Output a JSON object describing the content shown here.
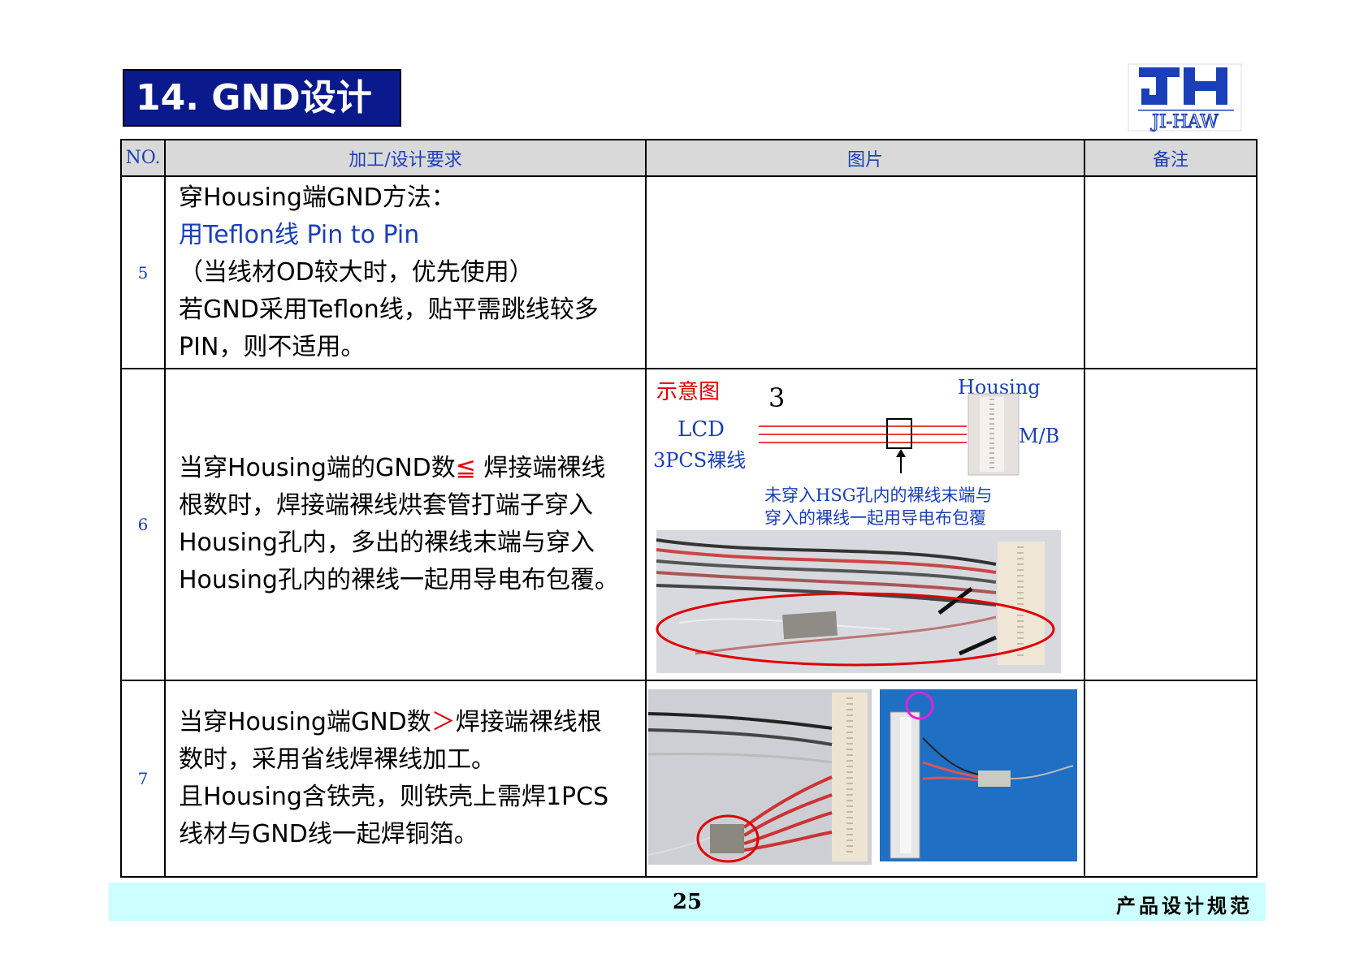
{
  "title": "14.  GND设计",
  "logo": {
    "text": "JI-HAW",
    "mark": "JH",
    "color": "#1a3fb8"
  },
  "table": {
    "headers": [
      "NO.",
      "加工/设计要求",
      "图片",
      "备注"
    ],
    "rows": [
      {
        "no": "5",
        "lines": [
          "穿Housing端GND方法：",
          "用Teflon线 Pin to Pin",
          "（当线材OD较大时，优先使用）",
          "若GND采用Teflon线，贴平需跳线较多",
          "PIN，则不适用。"
        ],
        "note": ""
      },
      {
        "no": "6",
        "line1_a": "当穿Housing端的GND数",
        "line1_sym": "≦",
        "line1_b": " 焊接端裸线",
        "lines": [
          "根数时，焊接端裸线烘套管打端子穿入",
          "Housing孔内，多出的裸线末端与穿入",
          "Housing孔内的裸线一起用导电布包覆。"
        ],
        "diagram": {
          "label": "示意图",
          "mark": "3",
          "lcd": "LCD",
          "wires": "3PCS裸线",
          "housing": "Housing",
          "mb": "M/B",
          "caption_1": "未穿入HSG孔内的裸线末端与",
          "caption_2": "穿入的裸线一起用导电布包覆"
        },
        "note": ""
      },
      {
        "no": "7",
        "line1_a": "当穿Housing端GND数",
        "line1_sym": "＞",
        "line1_b": "焊接端裸线根",
        "lines": [
          "数时，采用省线焊裸线加工。",
          "且Housing含铁壳，则铁壳上需焊1PCS",
          "线材与GND线一起焊铜箔。"
        ],
        "note": ""
      }
    ]
  },
  "footer": {
    "page": "25",
    "title": "产品设计规范"
  },
  "colors": {
    "title_bg": "#0a1a8c",
    "header_bg": "#d9d9d9",
    "footer_bg": "#ccffff",
    "accent": "#1a3fb8",
    "highlight": "#e00000"
  }
}
